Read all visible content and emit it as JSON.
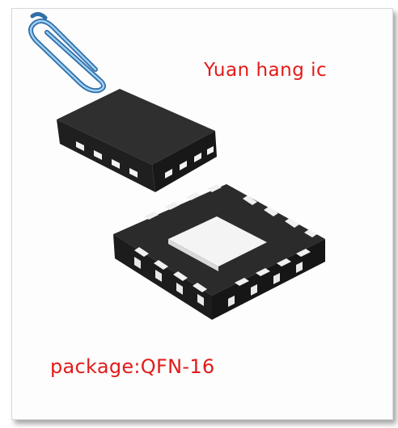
{
  "brand": {
    "text": "Yuan hang ic"
  },
  "package": {
    "text": "package:QFN-16"
  },
  "colors": {
    "accent_text": "#e31a1a",
    "chip_body": "#2a2a2a",
    "pad": "#f2f2f2",
    "paperclip": "#3f8fd0"
  },
  "icons": [
    "paperclip-icon",
    "qfn-chip-top-view",
    "qfn-chip-bottom-view"
  ]
}
